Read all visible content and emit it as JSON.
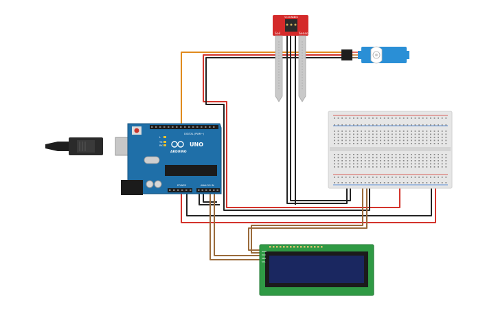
{
  "arduino": {
    "brand": "ARDUINO",
    "model": "UNO",
    "digital_label": "DIGITAL (PWM~)",
    "analog_label": "ANALOG IN",
    "power_label": "POWER",
    "tx_label": "TX",
    "rx_label": "RX",
    "l_label": "L",
    "color": "#1f6fa8"
  },
  "soil_sensor": {
    "label_left": "Soil",
    "label_right": "Sensor",
    "pins": [
      "VCC",
      "GND",
      "SIG"
    ],
    "color": "#d42a2a"
  },
  "lcd": {
    "pin_labels": [
      "GND",
      "VCC",
      "SDA",
      "SCL"
    ],
    "board_color": "#2f9a44",
    "screen_color": "#1a2760"
  },
  "servo": {
    "color": "#2a8fd6"
  },
  "breadboard": {
    "color": "#e6e6e6"
  },
  "wire_colors": {
    "red": "#d3332b",
    "black": "#222222",
    "orange": "#e08a1c",
    "brown": "#9a6a3a"
  }
}
